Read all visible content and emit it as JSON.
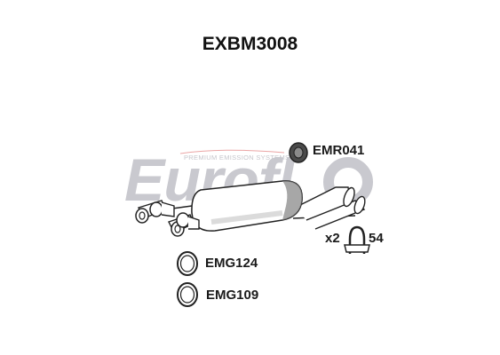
{
  "title": "EXBM3008",
  "watermark": {
    "brand": "Eurofl",
    "tagline": "PREMIUM EMISSION SYSTEMS",
    "color": "#c9c9cf",
    "accent_color": "#d84b4b"
  },
  "parts": {
    "main": {
      "label": "EXBM3008",
      "icon": "middle-silencer-icon"
    },
    "mounting_rubber": {
      "code": "EMR041",
      "icon": "rubber-hanger-icon"
    },
    "clamp": {
      "qty": "x2",
      "code": "54",
      "icon": "u-bolt-clamp-icon"
    },
    "gasket_1": {
      "code": "EMG124",
      "icon": "gasket-ring-icon"
    },
    "gasket_2": {
      "code": "EMG109",
      "icon": "gasket-ring-icon"
    }
  },
  "colors": {
    "part_stroke": "#222222",
    "part_fill": "#ffffff",
    "shadow": "#8a8a8a",
    "rubber_fill": "#4a4a4a"
  }
}
